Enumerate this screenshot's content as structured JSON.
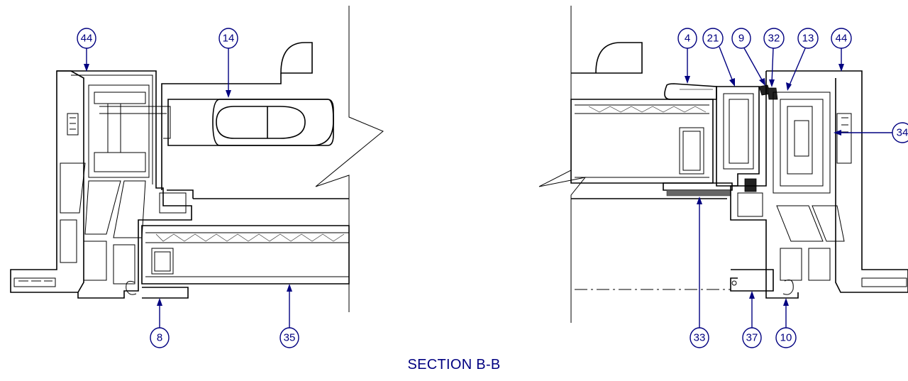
{
  "title": "SECTION B-B",
  "callouts": {
    "c44_left": "44",
    "c14": "14",
    "c8": "8",
    "c35": "35",
    "c4": "4",
    "c21": "21",
    "c9": "9",
    "c32": "32",
    "c13": "13",
    "c44_right": "44",
    "c34": "34",
    "c33": "33",
    "c37": "37",
    "c10": "10"
  },
  "colors": {
    "callout": "#000080",
    "linework": "#000000",
    "background": "#ffffff"
  }
}
